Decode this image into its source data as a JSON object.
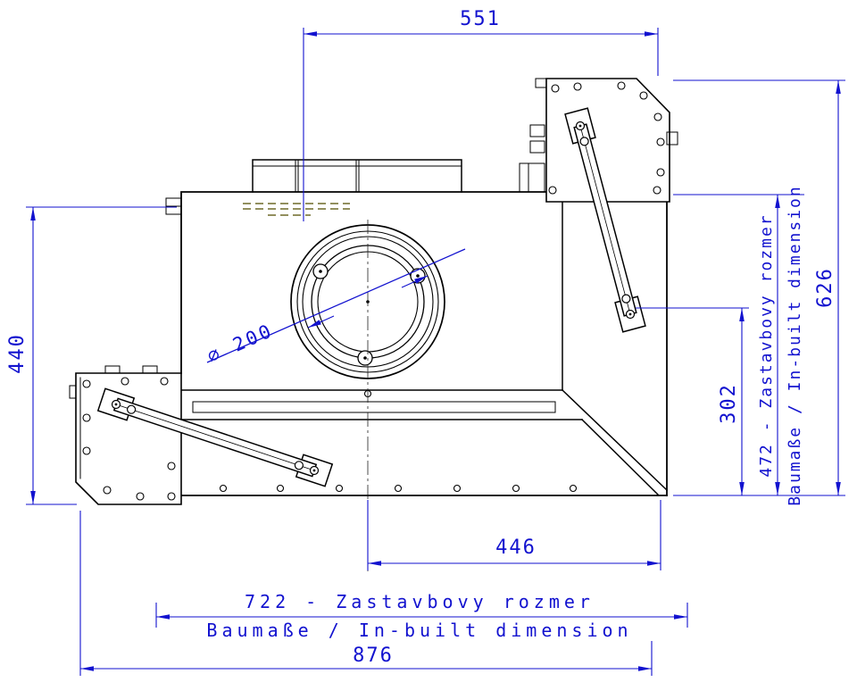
{
  "meta": {
    "type": "technical-drawing",
    "languages": "cs / de / en"
  },
  "colors": {
    "dimension_blue": "#1212cf",
    "line_black": "#000000",
    "hidden_line_olive": "#6e6a28",
    "background": "#ffffff"
  },
  "dims": {
    "d551": "551",
    "d440": "440",
    "d626": "626",
    "d302": "302",
    "d446": "446",
    "d876": "876",
    "d472_line1": "472 - Zastavbovy rozmer",
    "d472_line2": "Baumaße / In-built dimension",
    "d722_line1": "722 - Zastavbovy rozmer",
    "d722_line2": "Baumaße / In-built dimension",
    "diameter": "⌀ 200"
  }
}
